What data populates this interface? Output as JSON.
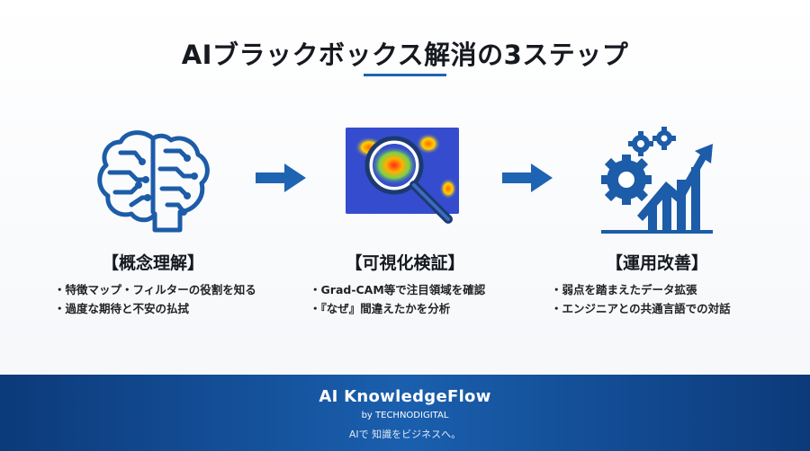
{
  "title": "AIブラックボックス解消の3ステップ",
  "steps": [
    {
      "icon": "brain-circuit-icon",
      "title": "【概念理解】",
      "bullets": [
        "特徴マップ・フィルターの役割を知る",
        "過度な期待と不安の払拭"
      ]
    },
    {
      "icon": "heatmap-magnifier-icon",
      "title": "【可視化検証】",
      "bullets": [
        "Grad-CAM等で注目領域を確認",
        "『なぜ』間違えたかを分析"
      ]
    },
    {
      "icon": "gears-growth-chart-icon",
      "title": "【運用改善】",
      "bullets": [
        "弱点を踏まえたデータ拡張",
        "エンジニアとの共通言語での対話"
      ]
    }
  ],
  "footer": {
    "brand": "AI KnowledgeFlow",
    "by": "by TECHNODIGITAL",
    "tagline": "AIで 知識をビジネスへ。"
  },
  "colors": {
    "accent": "#1f64b3",
    "icon": "#1c5ca8",
    "footer": "#0f4a91"
  }
}
